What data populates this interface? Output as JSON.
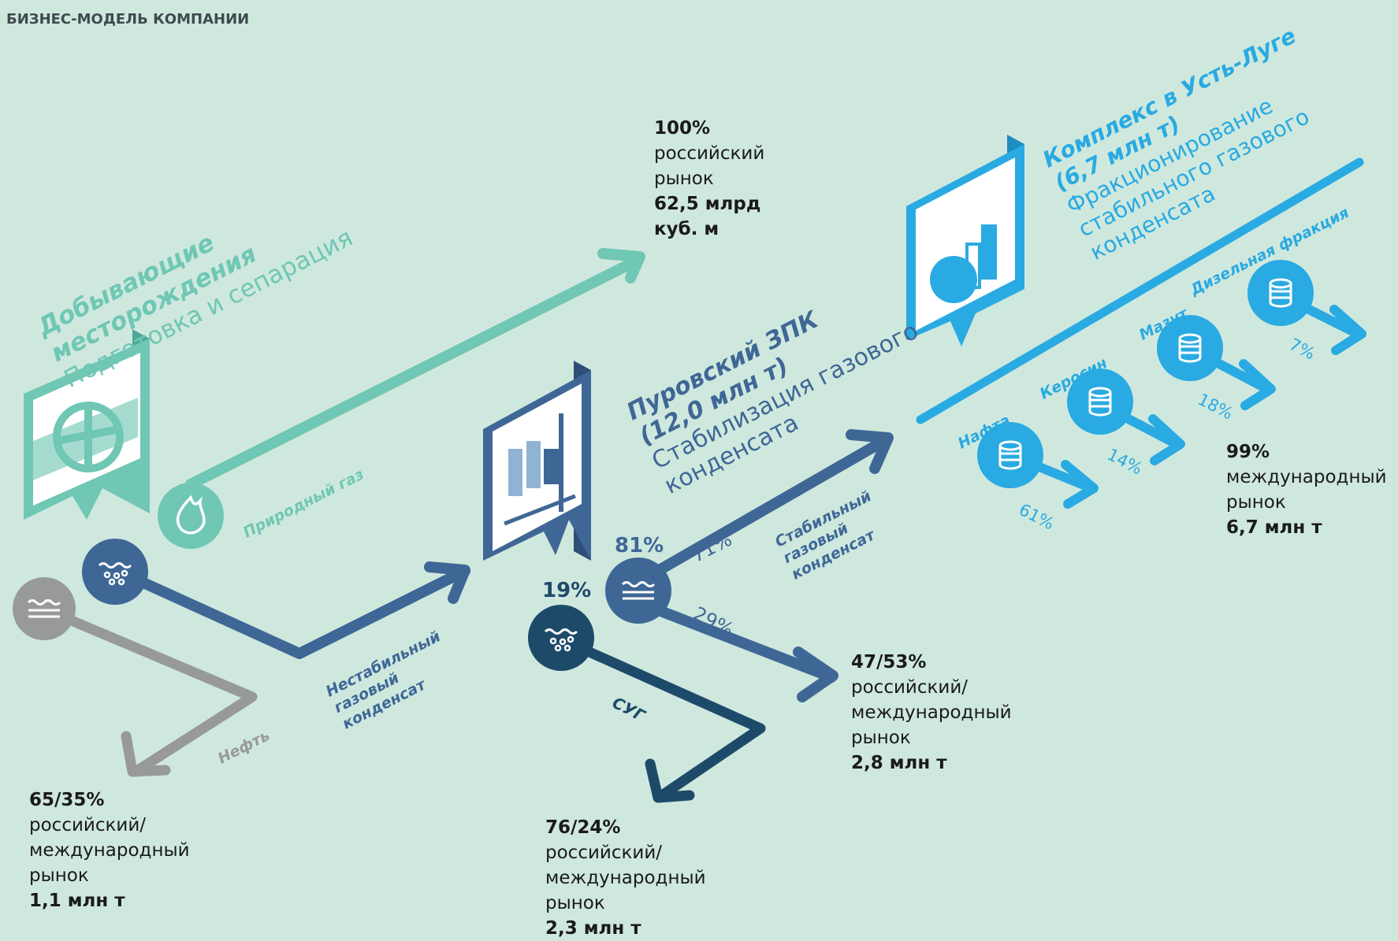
{
  "header": {
    "title": "БИЗНЕС-МОДЕЛЬ КОМПАНИИ"
  },
  "fields": {
    "title1": "Добывающие",
    "title2": "месторождения",
    "subtitle": "Подготовка и сепарация"
  },
  "purovsky": {
    "title1": "Пуровский ЗПК",
    "title2": "(12,0 млн т)",
    "sub1": "Стабилизация газового",
    "sub2": "конденсата"
  },
  "ustluga": {
    "title1": "Комплекс в Усть-Луге",
    "title2": "(6,7 млн т)",
    "sub1": "Фракционирование",
    "sub2": "стабильного газового",
    "sub3": "конденсата"
  },
  "flows": {
    "gas": "Природный газ",
    "oil": "Нефть",
    "unstable": [
      "Нестабильный",
      "газовый",
      "конденсат"
    ],
    "stable": [
      "Стабильный",
      "газовый",
      "конденсат"
    ],
    "lpg": "СУГ"
  },
  "shares": {
    "s81": "81%",
    "s19": "19%",
    "s71": "71%",
    "s29": "29%"
  },
  "products": [
    {
      "name": "Нафта",
      "share": "61%"
    },
    {
      "name": "Керосин",
      "share": "14%"
    },
    {
      "name": "Мазут",
      "share": "18%"
    },
    {
      "name": "Дизельная фракция",
      "share": "7%"
    }
  ],
  "markets": {
    "gas": {
      "share": "100%",
      "line1": "российский",
      "line2": "рынок",
      "v1": "62,5 млрд",
      "v2": "куб. м"
    },
    "oil": {
      "share": "65/35%",
      "line1": "российский/",
      "line2": "международный",
      "line3": "рынок",
      "volume": "1,1 млн т"
    },
    "lpg": {
      "share": "76/24%",
      "line1": "российский/",
      "line2": "международный",
      "line3": "рынок",
      "volume": "2,3 млн т"
    },
    "stable": {
      "share": "47/53%",
      "line1": "российский/",
      "line2": "международный",
      "line3": "рынок",
      "volume": "2,8 млн т"
    },
    "ustluga": {
      "share": "99%",
      "line1": "международный",
      "line2": "рынок",
      "volume": "6,7 млн т"
    }
  },
  "colors": {
    "teal": "#6fc7b4",
    "gray": "#97999b",
    "navy": "#3f6796",
    "darknavy": "#1e4a6a",
    "blue": "#29aae2"
  }
}
